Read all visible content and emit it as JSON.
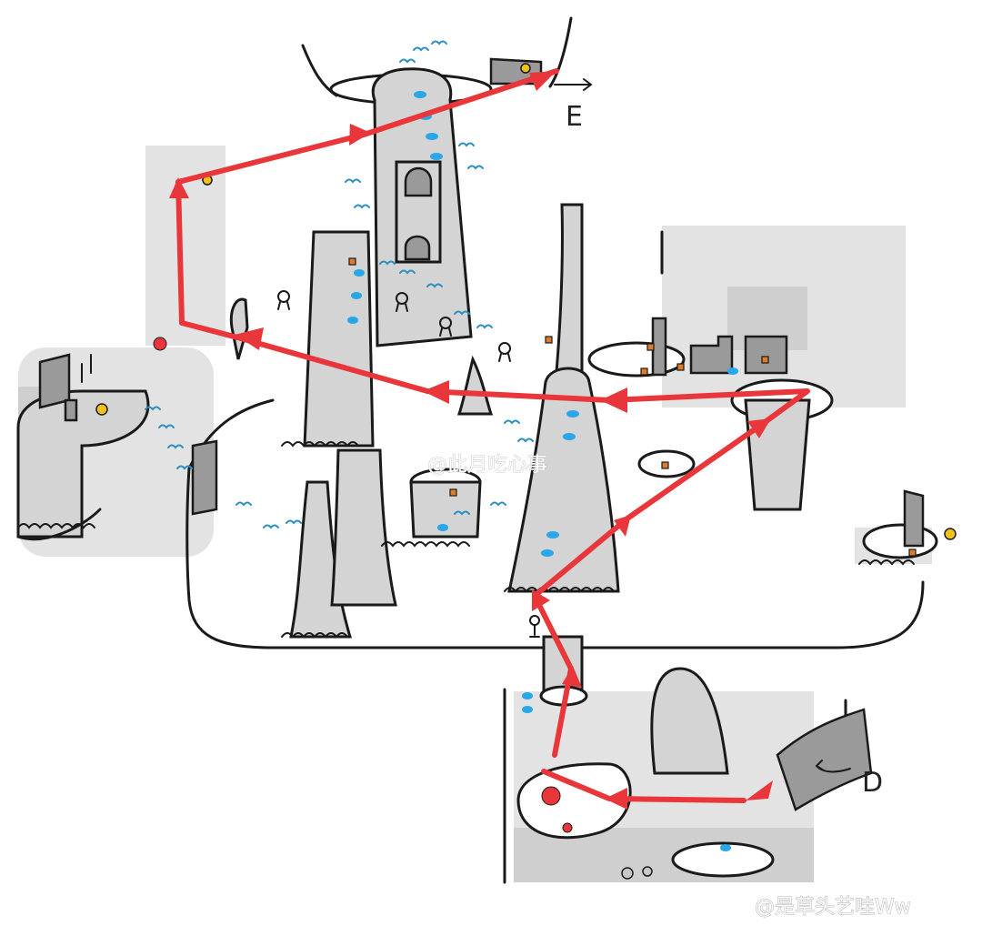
{
  "map": {
    "exit_labels": {
      "east": "E",
      "door": "D"
    },
    "watermarks": {
      "center": "@此月吃心事",
      "corner": "@是草头艺哇Ww"
    },
    "colors": {
      "route": "#e8363b",
      "gem": "#29a7e8",
      "crate": "#e07b2a",
      "lamp": "#f2c21a",
      "rock": "#d4d4d4",
      "wall": "#e3e3e3"
    },
    "icons": [
      "route-arrow",
      "gem-icon",
      "bird-icon",
      "crate-icon",
      "lamp-icon",
      "player-marker-icon",
      "character-icon",
      "mushroom-creature-icon"
    ]
  }
}
